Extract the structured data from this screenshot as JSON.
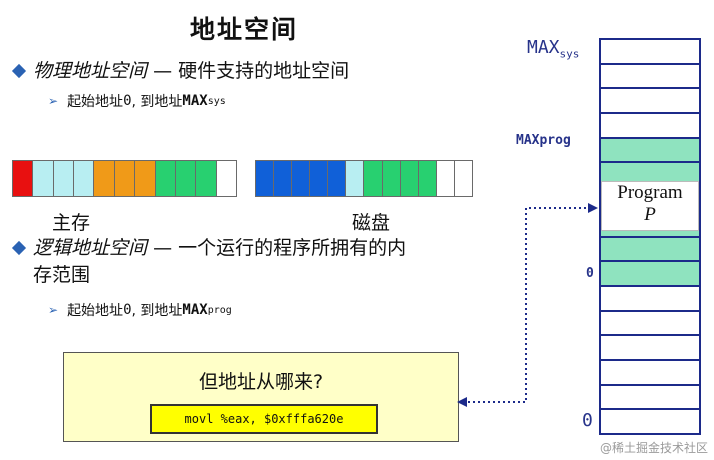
{
  "title": "地址空间",
  "bullet1": {
    "term": "物理地址空间",
    "text": "— 硬件支持的地址空间"
  },
  "sub1": {
    "prefix": "起始地址 ",
    "zero": "0",
    "mid": ", 到地址 ",
    "max": "MAX",
    "subscript": "sys"
  },
  "main_memory": {
    "caption": "主存",
    "cells": [
      "#e81010",
      "#b8eef2",
      "#b8eef2",
      "#b8eef2",
      "#f09a18",
      "#f09a18",
      "#f09a18",
      "#28d070",
      "#28d070",
      "#28d070",
      "#ffffff"
    ]
  },
  "disk": {
    "caption": "磁盘",
    "cells": [
      "#1060d8",
      "#1060d8",
      "#1060d8",
      "#1060d8",
      "#1060d8",
      "#b8eef2",
      "#28d070",
      "#28d070",
      "#28d070",
      "#28d070",
      "#ffffff",
      "#ffffff"
    ]
  },
  "bullet2": {
    "term": "逻辑地址空间",
    "line1": "— 一个运行的程序所拥有的内",
    "line2": "存范围"
  },
  "sub2": {
    "prefix": "起始地址 ",
    "zero": "0",
    "mid": ", 到地址 ",
    "max": "MAX",
    "subscript": "prog"
  },
  "question_box": {
    "question": "但地址从哪来?",
    "code": "movl %eax, $0xfffa620e"
  },
  "memory_column": {
    "max_sys_label": "MAX",
    "max_sys_sub": "sys",
    "max_prog_label": "MAXprog",
    "zero_mid": "0",
    "zero_bottom": "0",
    "program_label": "Program",
    "program_p": "P",
    "slots": [
      "white",
      "white",
      "white",
      "white",
      "prog",
      "prog",
      "prog",
      "prog",
      "prog",
      "prog",
      "white",
      "white",
      "white",
      "white",
      "white",
      "white"
    ]
  },
  "watermark": "@稀土掘金技术社区",
  "colors": {
    "accent": "#2a62b3",
    "arrow": "#1c2a8a",
    "program_fill": "#8fe3bf",
    "box_fill": "#ffffc8",
    "code_fill": "#ffff00"
  }
}
